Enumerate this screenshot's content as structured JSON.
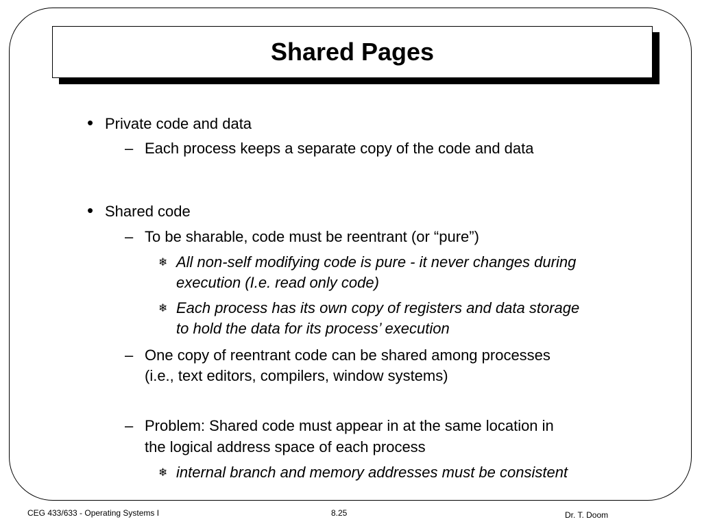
{
  "slide": {
    "title": "Shared Pages",
    "markers": {
      "bullet": "•",
      "dash": "–",
      "snowflake": "❄"
    },
    "b1": {
      "text": "Private code and data",
      "s1": "Each process keeps a separate copy of the code and data"
    },
    "b2": {
      "text": "Shared code",
      "s1": {
        "text": "To be sharable, code must be reentrant (or “pure”)",
        "t1": [
          "All non-self modifying code is pure - it never changes during",
          "execution (I.e. read only code)"
        ],
        "t2": [
          "Each process has its own copy of registers and data storage",
          "to hold the data for its process’ execution"
        ]
      },
      "s2": [
        "One copy of reentrant code can be shared among processes",
        "(i.e., text editors, compilers, window systems)"
      ],
      "s3": {
        "text": [
          "Problem:  Shared code must appear in at the same location in",
          "the logical address space of each process"
        ],
        "t1": "internal branch and memory addresses must be consistent"
      }
    }
  },
  "footer": {
    "course": "CEG 433/633 - Operating Systems I",
    "page": "8.25",
    "author": "Dr. T. Doom"
  }
}
